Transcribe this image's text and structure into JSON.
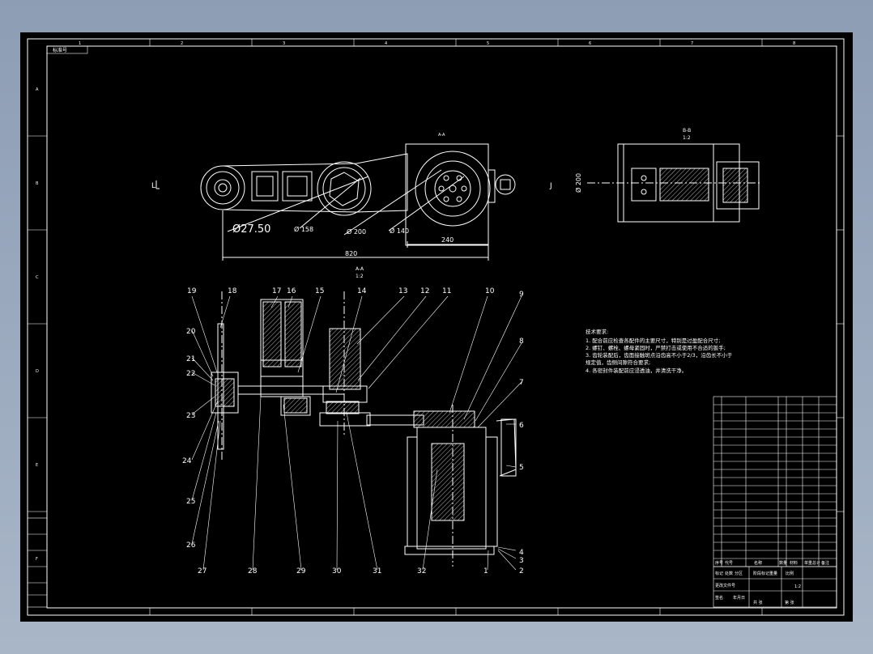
{
  "zone_letters": [
    "A",
    "B",
    "C",
    "D",
    "E",
    "F"
  ],
  "zone_numbers": [
    "1",
    "2",
    "3",
    "4",
    "5",
    "6",
    "7",
    "8"
  ],
  "corner_tag": "标准号",
  "top_view": {
    "side_mark_left": "L",
    "side_mark_right": "J",
    "section_mark": "A-A",
    "dims": {
      "d1": "Ø27.50",
      "d2": "Ø 158",
      "d3": "Ø 200",
      "d4": "Ø 140",
      "w1": "240",
      "total": "820"
    }
  },
  "section_bb": {
    "title": "B-B",
    "scale": "1:2",
    "dim": "Ø 200"
  },
  "section_aa": {
    "title": "A-A",
    "scale": "1:2"
  },
  "balloons_top": [
    "19",
    "18",
    "17",
    "16",
    "15",
    "14",
    "13",
    "12",
    "11",
    "10",
    "9"
  ],
  "balloons_right": [
    "8",
    "7",
    "6",
    "5",
    "4",
    "3",
    "2"
  ],
  "balloons_left": [
    "20",
    "21",
    "22",
    "23",
    "24",
    "25",
    "26"
  ],
  "balloons_bottom": [
    "27",
    "28",
    "29",
    "30",
    "31",
    "32",
    "1"
  ],
  "tech_requirements": {
    "title": "技术要求:",
    "items": [
      "1. 配合前应检查各配件的主要尺寸，特别是过盈配合尺寸;",
      "2. 螺钉、螺栓、螺母紧固时，严禁打击或使用不合适的扳手;",
      "3. 齿轮装配后，齿面接触斑点沿齿高不小于2/3，沿齿长不小于",
      "   规定值，齿侧间隙符合要求;",
      "4. 各密封件装配前应浸透油，并清洗干净。"
    ]
  },
  "title_block": {
    "header": [
      "序号",
      "代号",
      "名称",
      "数量",
      "材料",
      "单重",
      "总计",
      "备注"
    ],
    "bottom_left": [
      "标记",
      "处数",
      "分区",
      "更改文件号",
      "签名",
      "年月日"
    ],
    "mark_labels": [
      "阶段标记",
      "重量",
      "比例"
    ],
    "scale": "1:2",
    "sheet": [
      "共 张",
      "第 张"
    ]
  }
}
